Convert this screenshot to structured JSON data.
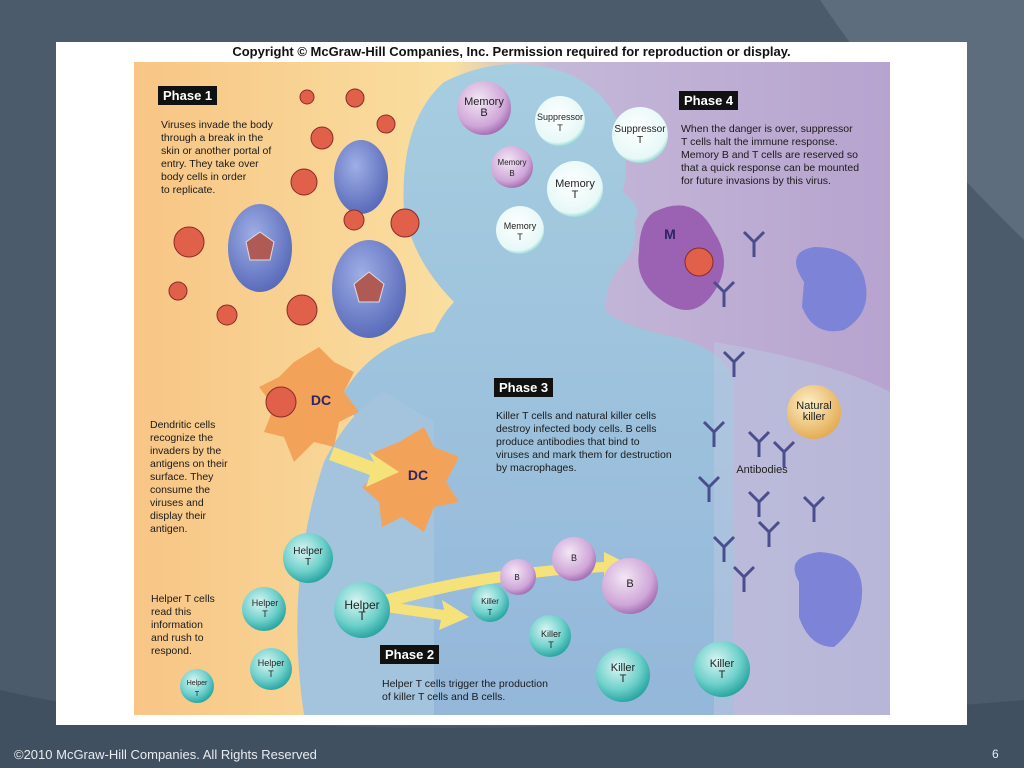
{
  "copyright": "Copyright © McGraw-Hill Companies, Inc.  Permission required for reproduction or display.",
  "phases": {
    "p1": {
      "title": "Phase 1",
      "text": [
        "Viruses invade the body",
        "through a break in the",
        "skin or another portal of",
        "entry. They take over",
        "body cells in order",
        "to replicate."
      ]
    },
    "p2": {
      "title": "Phase 2",
      "text": [
        "Helper T cells trigger the production",
        "of killer T cells and B cells."
      ]
    },
    "p3": {
      "title": "Phase 3",
      "text": [
        "Killer T cells and natural killer cells",
        "destroy infected body cells. B cells",
        "produce antibodies that bind to",
        "viruses and mark them for destruction",
        "by macrophages."
      ]
    },
    "p4": {
      "title": "Phase 4",
      "text": [
        "When the danger is over, suppressor",
        "T cells halt the immune response.",
        "Memory B and T cells are reserved so",
        "that a quick response can be mounted",
        "for future invasions by this virus."
      ]
    }
  },
  "dendritic_text": [
    "Dendritic cells",
    "recognize the",
    "invaders by the",
    "antigens on their",
    "surface. They",
    "consume the",
    "viruses and",
    "display their",
    "antigen."
  ],
  "helper_text": [
    "Helper T cells",
    "read this",
    "information",
    "and rush to",
    "respond."
  ],
  "cells": {
    "memory_b_1": [
      "Memory",
      "B"
    ],
    "memory_b_2": [
      "Memory",
      "B"
    ],
    "suppressor_1": [
      "Suppressor",
      "T"
    ],
    "suppressor_2": [
      "Suppressor",
      "T"
    ],
    "memory_t_1": [
      "Memory",
      "T"
    ],
    "memory_t_2": [
      "Memory",
      "T"
    ],
    "macrophage": "M",
    "dc": "DC",
    "natural_killer": [
      "Natural",
      "killer"
    ],
    "antibodies": "Antibodies",
    "helper_t": [
      "Helper",
      "T"
    ],
    "killer_t": [
      "Killer",
      "T"
    ],
    "b": "B"
  },
  "colors": {
    "skin_left": "#f7c97f",
    "skin_right": "#a898c8",
    "body": "#98bcd6",
    "t_cell": "#3bb7b4",
    "b_cell": "#c79ad0",
    "virus": "#e0604a",
    "dc": "#f3a25a",
    "arrow": "#f6e27a"
  },
  "footer": "©2010 McGraw-Hill Companies. All Rights Reserved",
  "page_number": "6"
}
